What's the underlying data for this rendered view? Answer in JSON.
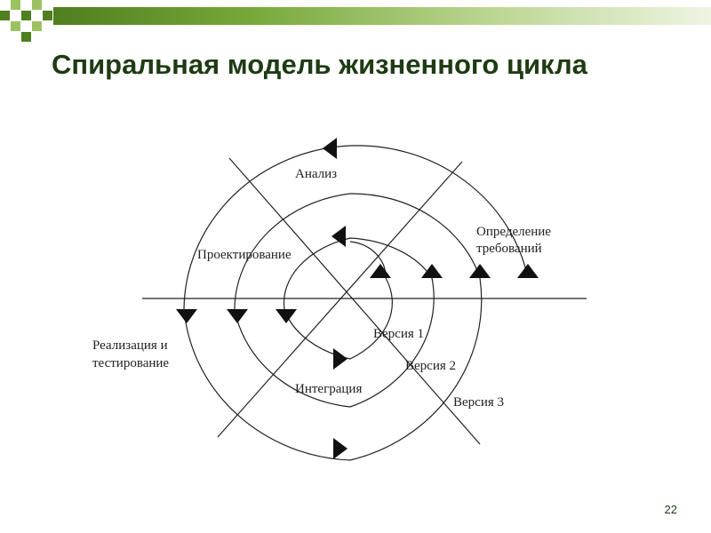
{
  "slide": {
    "title": "Спиральная модель жизненного цикла",
    "page_number": "22",
    "accent_colors": {
      "dark_green": "#4f7f1e",
      "light_green": "#9bc25f",
      "title_text": "#1e3b13"
    }
  },
  "diagram": {
    "type": "spiral-model",
    "labels": {
      "analysis": "Анализ",
      "requirements_line1": "Определение",
      "requirements_line2": "требований",
      "design": "Проектирование",
      "implementation_line1": "Реализация и",
      "implementation_line2": "тестирование",
      "integration": "Интеграция",
      "version1": "Версия 1",
      "version2": "Версия 2",
      "version3": "Версия 3"
    }
  }
}
